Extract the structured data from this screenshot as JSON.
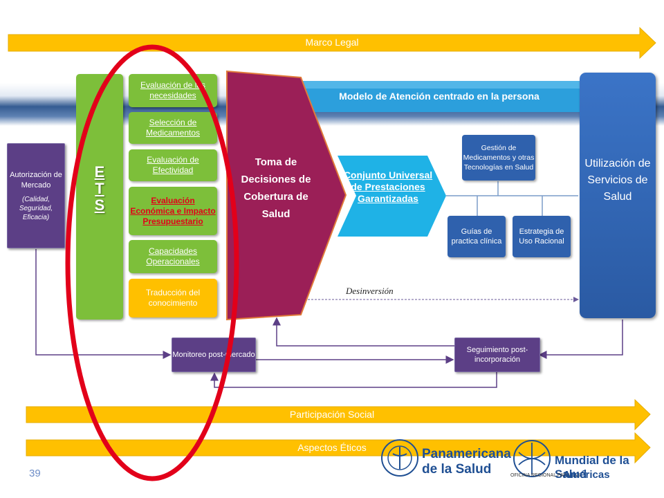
{
  "arrows": {
    "marco_legal": "Marco Legal",
    "participacion": "Participación Social",
    "aspectos": "Aspectos Éticos"
  },
  "left": {
    "autorizacion_title": "Autorización de Mercado",
    "autorizacion_sub": "(Calidad, Seguridad, Eficacia)"
  },
  "ets": {
    "letters": "E\nT\nS",
    "boxes": [
      "Evaluación de las necesidades",
      "Selección de Medicamentos",
      "Evaluación de Efectividad",
      "Evaluación Económica e Impacto Presupuestario",
      "Capacidades Operacionales",
      "Traducción del conocimiento"
    ]
  },
  "center": {
    "modelo": "Modelo de Atención centrado en la persona",
    "toma": "Toma de Decisiones de Cobertura de Salud",
    "conjunto": "Conjunto Universal de Prestaciones Garantizadas",
    "gestion": "Gestión de Medicamentos y otras Tecnologías en Salud",
    "guias": "Guías de practica clínica",
    "estrategia": "Estrategia de Uso Racional",
    "utilizacion": "Utilización de Servicios de Salud",
    "desinversion": "Desinversión"
  },
  "bottom": {
    "monitoreo": "Monitoreo post-mercado",
    "seguimiento": "Seguimiento post-incorporación"
  },
  "footer": {
    "page": "39",
    "logo_paho_line1": "Panamericana",
    "logo_paho_line2": "de la Salud",
    "logo_who_line1": "Mundial de la Salud",
    "logo_who_small": "OFICINA REGIONAL PARA LAS",
    "logo_who_line2": "Américas"
  },
  "colors": {
    "arrow_yellow": "#ffc000",
    "ets_green": "#7dbf3a",
    "toma_maroon": "#9b1f57",
    "conj_cyan": "#1fb2e6",
    "highlight_red": "#e2001a",
    "purple_box": "#5c3f86",
    "blue_box": "#2f61ad"
  }
}
